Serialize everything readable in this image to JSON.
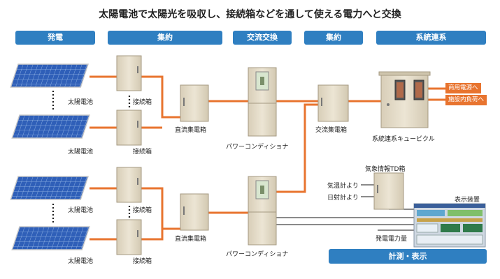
{
  "title": "太陽電池で太陽光を吸収し、接続箱などを通して使える電力へと交換",
  "headers": [
    "発電",
    "集約",
    "交流交換",
    "集約",
    "系統連系"
  ],
  "labels": {
    "solar": "太陽電池",
    "junction": "接続箱",
    "dc_panel": "直流集電箱",
    "power_conditioner": "パワーコンディショナ",
    "ac_panel": "交流集電箱",
    "cubicle": "系統連系キュービクル",
    "weather_box": "気象情報TD箱",
    "thermometer": "気温計より",
    "pyranometer": "日射計より",
    "power_output": "発電電力量",
    "display": "表示装置"
  },
  "outputs": [
    "商用電源へ",
    "施設内負荷へ"
  ],
  "footer": "計測・表示",
  "colors": {
    "accent": "#2f7fc1",
    "line": "#e8742f",
    "cabinet": "#e6ddc9"
  }
}
